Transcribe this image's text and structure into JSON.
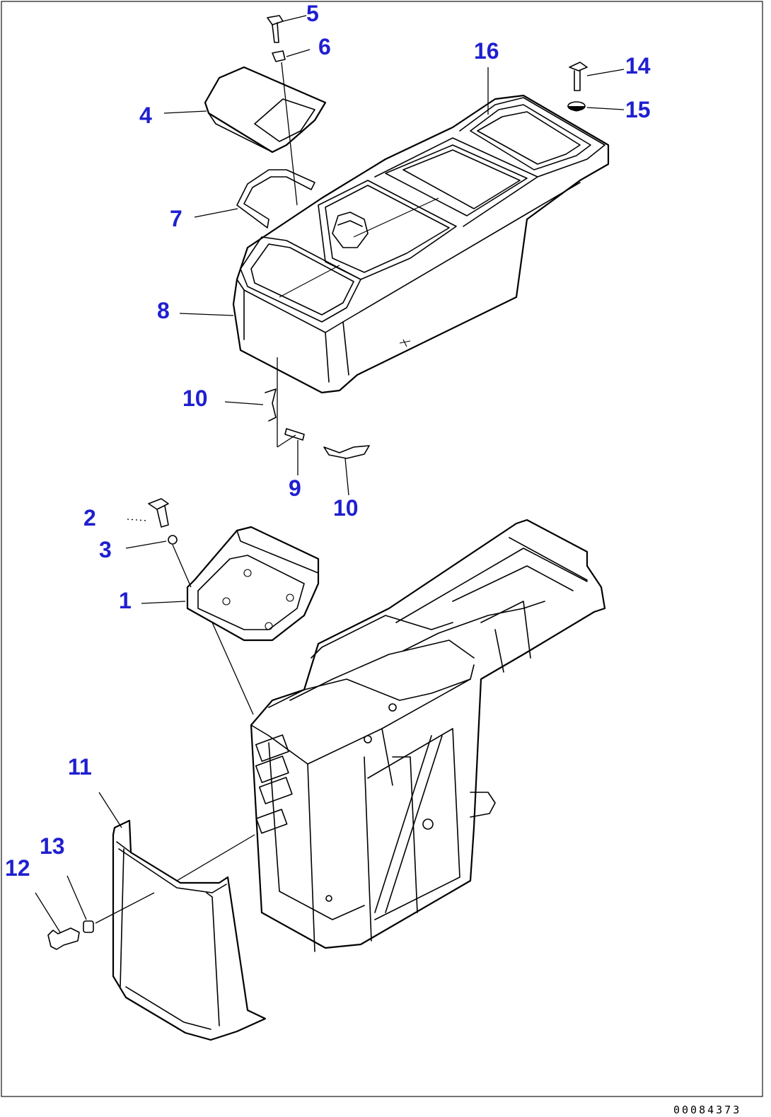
{
  "callouts": {
    "c1": "1",
    "c2": "2",
    "c3": "3",
    "c4": "4",
    "c5": "5",
    "c6": "6",
    "c7": "7",
    "c8": "8",
    "c9": "9",
    "c10a": "10",
    "c10b": "10",
    "c11": "11",
    "c12": "12",
    "c13": "13",
    "c14": "14",
    "c15": "15",
    "c16": "16"
  },
  "drawing_code": "00084373",
  "colors": {
    "callout": "#1f1fd0",
    "line": "#000000",
    "background": "#ffffff"
  }
}
